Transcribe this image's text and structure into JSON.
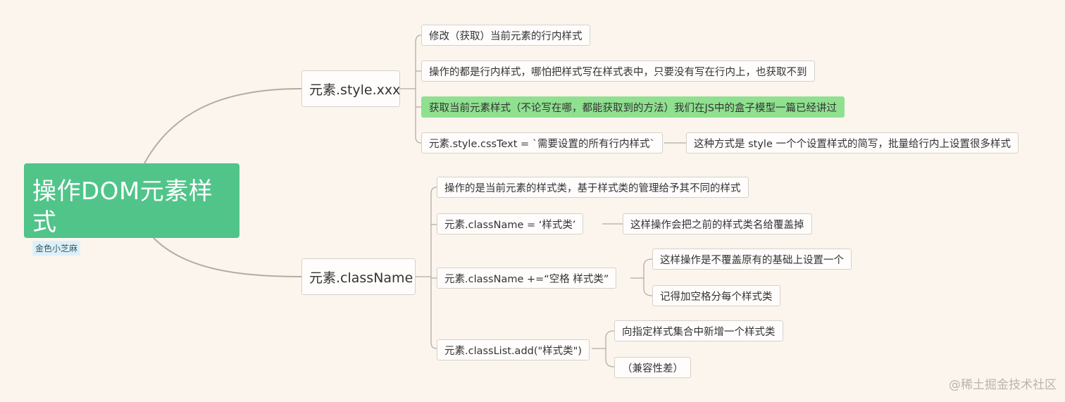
{
  "root": {
    "title": "操作DOM元素样式",
    "tag": "金色小芝麻"
  },
  "branches": {
    "style": {
      "label": "元素.style.xxx",
      "children": [
        "修改（获取）当前元素的行内样式",
        "操作的都是行内样式，哪怕把样式写在样式表中，只要没有写在行内上，也获取不到",
        "获取当前元素样式（不论写在哪，都能获取到的方法）我们在JS中的盒子模型一篇已经讲过",
        "元素.style.cssText = `需要设置的所有行内样式`"
      ],
      "csstext_note": "这种方式是 style 一个个设置样式的简写，批量给行内上设置很多样式"
    },
    "classname": {
      "label": "元素.className",
      "children": [
        "操作的是当前元素的样式类，基于样式类的管理给予其不同的样式",
        "元素.className =   ‘样式类’",
        "元素.className +=“空格 样式类”",
        "元素.classList.add(\"样式类\")"
      ],
      "assign_note": "这样操作会把之前的样式类名给覆盖掉",
      "append_notes": [
        "这样操作是不覆盖原有的基础上设置一个",
        "记得加空格分每个样式类"
      ],
      "classlist_notes": [
        "向指定样式集合中新增一个样式类",
        "（兼容性差）"
      ]
    }
  },
  "highlight_color": "#8fe08f",
  "root_color": "#51c48a",
  "watermark": "@稀土掘金技术社区"
}
